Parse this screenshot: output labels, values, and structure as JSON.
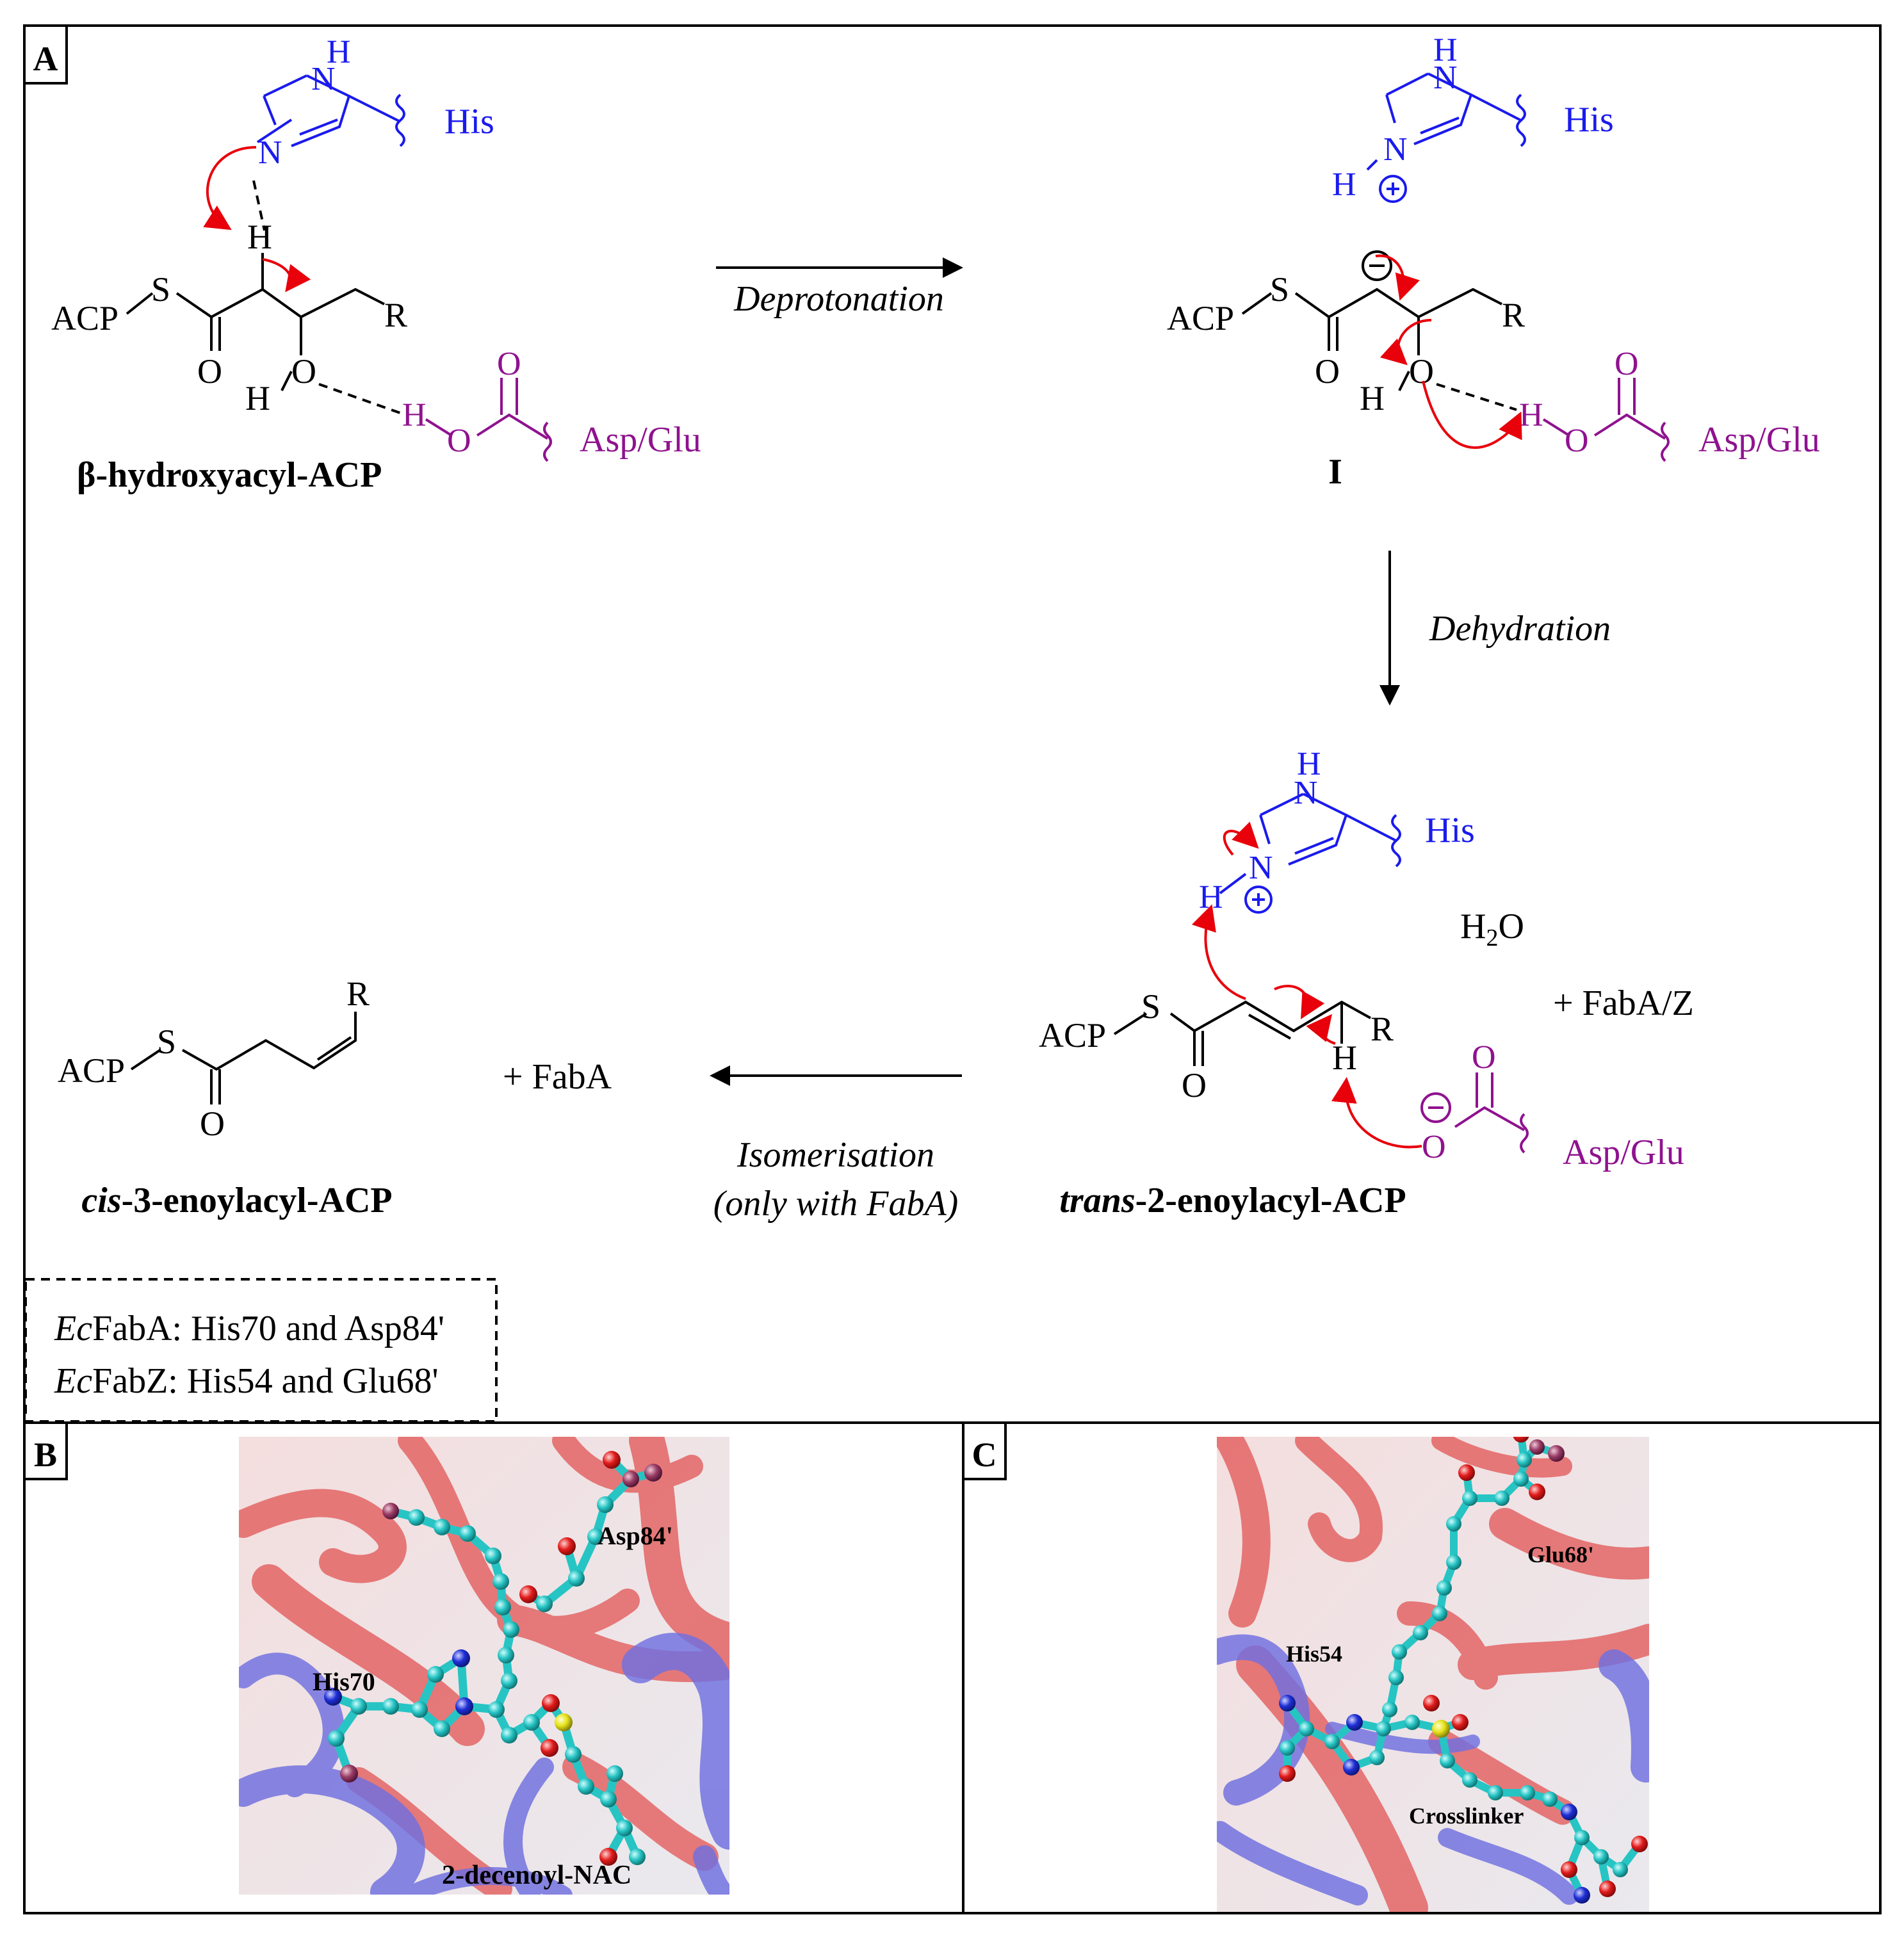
{
  "panels": {
    "a": {
      "tag": "A"
    },
    "b": {
      "tag": "B",
      "his_label": "His70",
      "asp_label": "Asp84'",
      "substrate_label": "2-decenoyl-NAC"
    },
    "c": {
      "tag": "C",
      "his_label": "His54",
      "glu_label": "Glu68'",
      "crosslinker_label": "Crosslinker"
    }
  },
  "atoms": {
    "N": "N",
    "H": "H",
    "O": "O",
    "S": "S",
    "R": "R",
    "acp": "ACP",
    "plus": "+",
    "minus": "−"
  },
  "residues": {
    "his": "His",
    "asp_glu": "Asp/Glu"
  },
  "compounds": {
    "hydroxyacyl": "β-hydroxyacyl-ACP",
    "intermediate": "I",
    "trans_italic": "trans",
    "trans_rest": "-2-enoylacyl-ACP",
    "cis_italic": "cis",
    "cis_rest": "-3-enoylacyl-ACP"
  },
  "steps": {
    "deprotonation": "Deprotonation",
    "dehydration": "Dehydration",
    "isomerisation": "Isomerisation",
    "isomerisation_note": "(only with FabA)"
  },
  "byproducts": {
    "water": "H",
    "water_sub": "2",
    "water_o": "O",
    "faba_z": "+ FabA/Z",
    "faba": "+ FabA"
  },
  "legend": {
    "line1_italic": "Ec",
    "line1_rest": "FabA: His70 and Asp84'",
    "line2_italic": "Ec",
    "line2_rest": "FabZ: His54 and Glu68'"
  },
  "colors": {
    "enzyme_his": "#1a1aee",
    "enzyme_acid": "#8f128f",
    "arrow": "#e8000b",
    "ribbon_red": "#e35a5a",
    "ribbon_blue": "#6f6fe0",
    "carbon": "#27c4c4"
  }
}
